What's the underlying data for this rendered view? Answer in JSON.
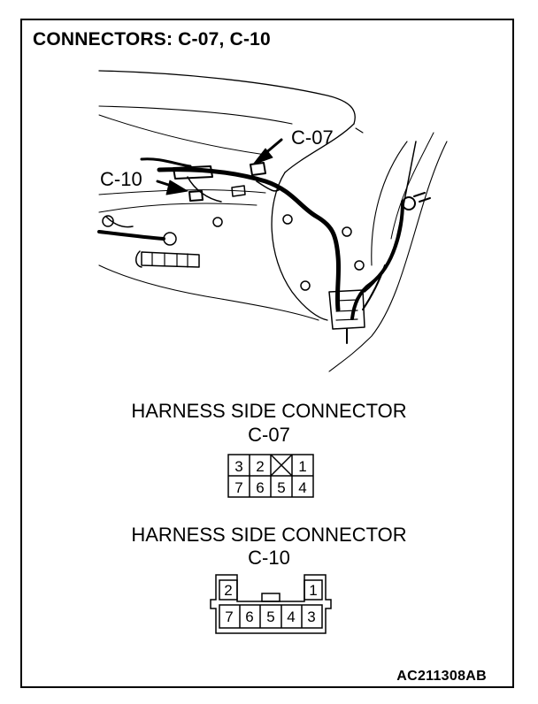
{
  "title": "CONNECTORS: C-07, C-10",
  "callouts": {
    "c07": "C-07",
    "c10": "C-10"
  },
  "connector_c07": {
    "heading": "HARNESS SIDE CONNECTOR",
    "name": "C-07",
    "top_row": [
      "3",
      "2",
      "",
      "1"
    ],
    "bottom_row": [
      "7",
      "6",
      "5",
      "4"
    ]
  },
  "connector_c10": {
    "heading": "HARNESS SIDE CONNECTOR",
    "name": "C-10",
    "top_row": [
      "2",
      "1"
    ],
    "bottom_row": [
      "7",
      "6",
      "5",
      "4",
      "3"
    ]
  },
  "figure_code": "AC211308AB"
}
